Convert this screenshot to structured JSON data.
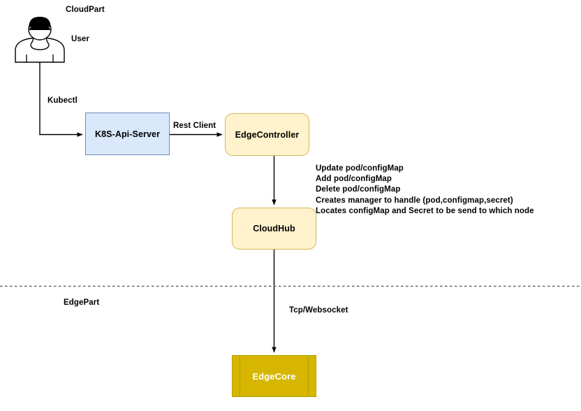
{
  "diagram": {
    "title_cloud": "CloudPart",
    "title_edge": "EdgePart",
    "actor_label": "User",
    "nodes": {
      "api_server": "K8S-Api-Server",
      "edge_controller": "EdgeController",
      "cloud_hub": "CloudHub",
      "edge_core": "EdgeCore"
    },
    "edges": {
      "kubectl": "Kubectl",
      "rest_client": "Rest Client",
      "tcp_websocket": "Tcp/Websocket"
    },
    "annotations": {
      "line1": "Update pod/configMap",
      "line2": "Add pod/configMap",
      "line3": "Delete pod/configMap",
      "line4": "Creates manager to handle (pod,configmap,secret)",
      "line5": "Locates configMap and Secret to be send to which node"
    },
    "colors": {
      "api_fill": "#dae8fc",
      "api_stroke": "#6c8ebf",
      "controller_fill": "#fff2cc",
      "controller_stroke": "#d6b656",
      "core_fill": "#d6b600",
      "core_stroke": "#b3a000",
      "divider": "#666666",
      "text": "#000000"
    }
  }
}
